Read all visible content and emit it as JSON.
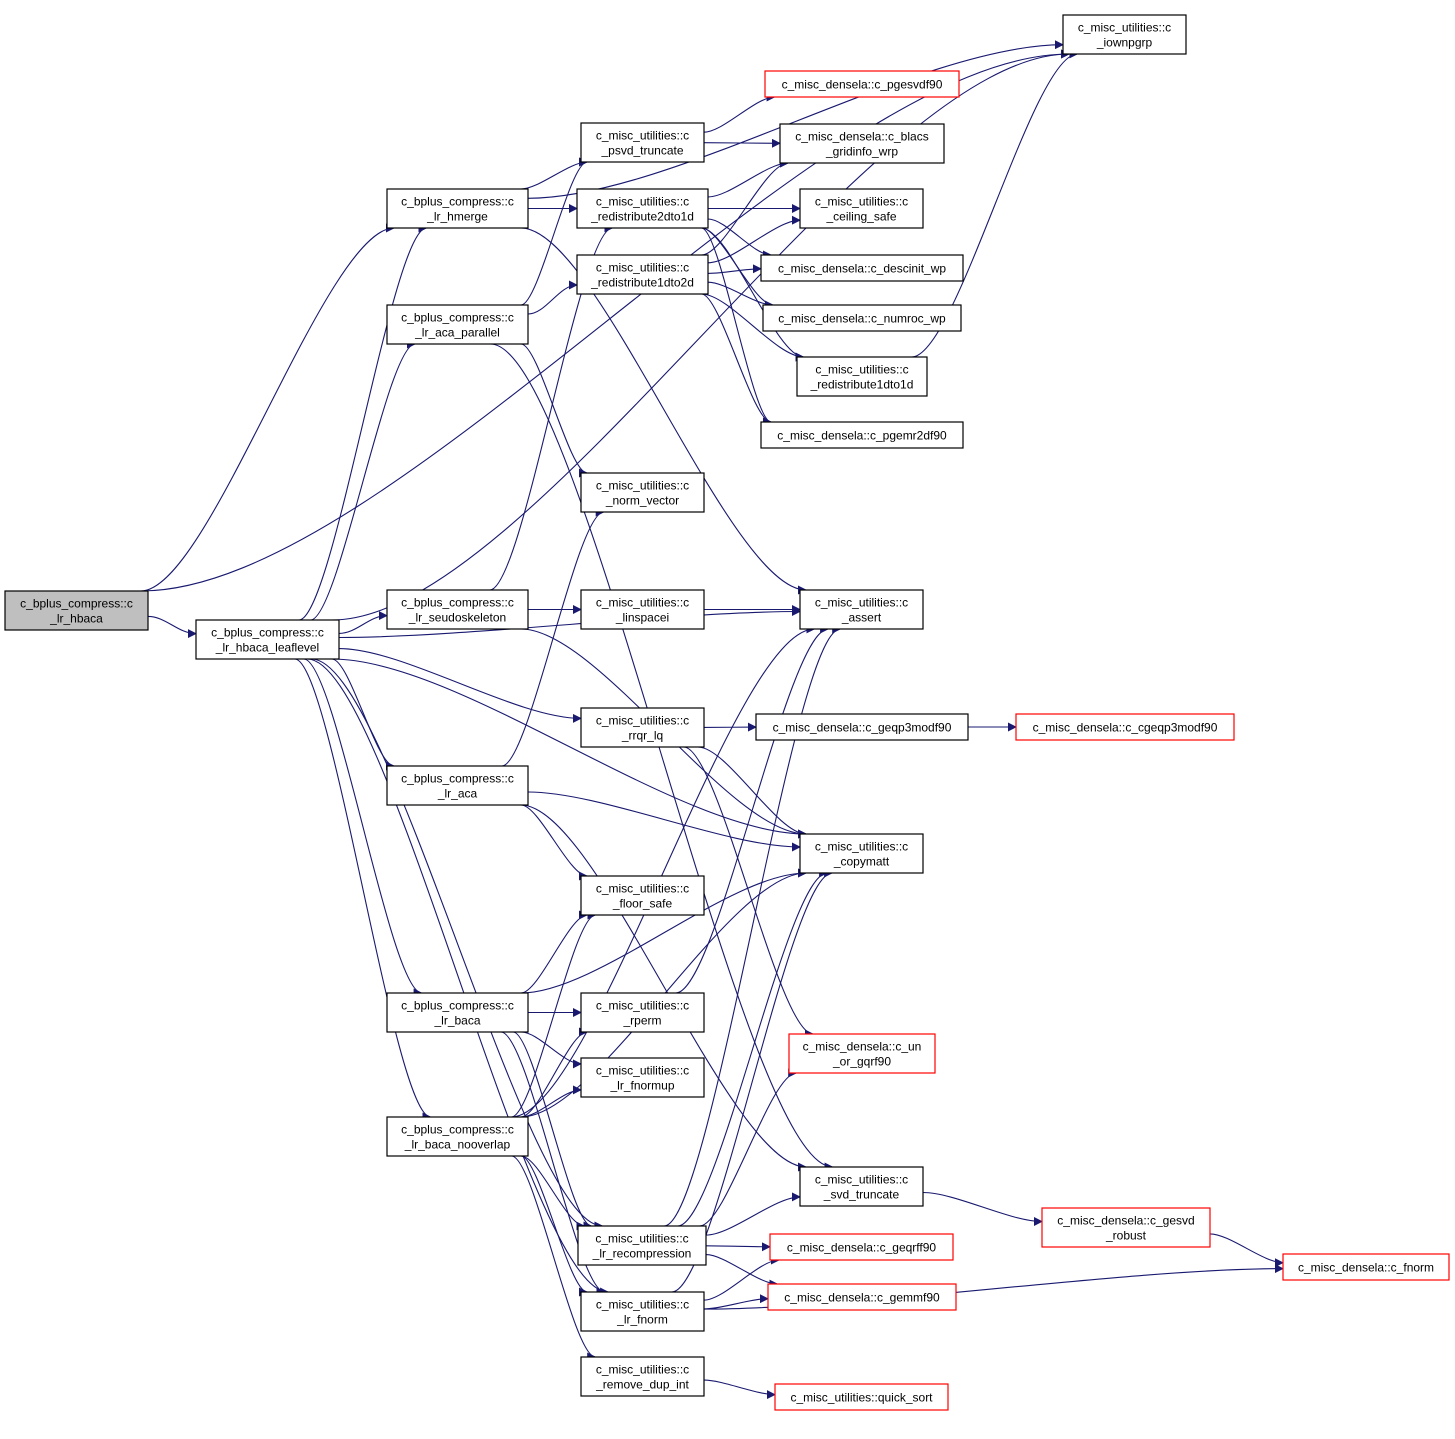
{
  "colors": {
    "edge": "#191970",
    "border_normal": "#000000",
    "border_truncated": "#ff0000",
    "fill_normal": "#ffffff",
    "fill_root": "#bfbfbf"
  },
  "nodes": [
    {
      "id": "lr_hbaca",
      "lines": [
        "c_bplus_compress::c",
        "_lr_hbaca"
      ],
      "style": "root"
    },
    {
      "id": "lr_hbaca_leaflevel",
      "lines": [
        "c_bplus_compress::c",
        "_lr_hbaca_leaflevel"
      ],
      "style": "normal"
    },
    {
      "id": "lr_hmerge",
      "lines": [
        "c_bplus_compress::c",
        "_lr_hmerge"
      ],
      "style": "normal"
    },
    {
      "id": "lr_aca_parallel",
      "lines": [
        "c_bplus_compress::c",
        "_lr_aca_parallel"
      ],
      "style": "normal"
    },
    {
      "id": "lr_seudoskeleton",
      "lines": [
        "c_bplus_compress::c",
        "_lr_seudoskeleton"
      ],
      "style": "normal"
    },
    {
      "id": "lr_aca",
      "lines": [
        "c_bplus_compress::c",
        "_lr_aca"
      ],
      "style": "normal"
    },
    {
      "id": "lr_baca",
      "lines": [
        "c_bplus_compress::c",
        "_lr_baca"
      ],
      "style": "normal"
    },
    {
      "id": "lr_baca_nooverlap",
      "lines": [
        "c_bplus_compress::c",
        "_lr_baca_nooverlap"
      ],
      "style": "normal"
    },
    {
      "id": "psvd_truncate",
      "lines": [
        "c_misc_utilities::c",
        "_psvd_truncate"
      ],
      "style": "normal"
    },
    {
      "id": "redistribute2dto1d",
      "lines": [
        "c_misc_utilities::c",
        "_redistribute2dto1d"
      ],
      "style": "normal"
    },
    {
      "id": "redistribute1dto2d",
      "lines": [
        "c_misc_utilities::c",
        "_redistribute1dto2d"
      ],
      "style": "normal"
    },
    {
      "id": "norm_vector",
      "lines": [
        "c_misc_utilities::c",
        "_norm_vector"
      ],
      "style": "normal"
    },
    {
      "id": "linspacei",
      "lines": [
        "c_misc_utilities::c",
        "_linspacei"
      ],
      "style": "normal"
    },
    {
      "id": "rrqr_lq",
      "lines": [
        "c_misc_utilities::c",
        "_rrqr_lq"
      ],
      "style": "normal"
    },
    {
      "id": "floor_safe",
      "lines": [
        "c_misc_utilities::c",
        "_floor_safe"
      ],
      "style": "normal"
    },
    {
      "id": "rperm",
      "lines": [
        "c_misc_utilities::c",
        "_rperm"
      ],
      "style": "normal"
    },
    {
      "id": "lr_fnormup",
      "lines": [
        "c_misc_utilities::c",
        "_lr_fnormup"
      ],
      "style": "normal"
    },
    {
      "id": "lr_recompression",
      "lines": [
        "c_misc_utilities::c",
        "_lr_recompression"
      ],
      "style": "normal"
    },
    {
      "id": "lr_fnorm",
      "lines": [
        "c_misc_utilities::c",
        "_lr_fnorm"
      ],
      "style": "normal"
    },
    {
      "id": "remove_dup_int",
      "lines": [
        "c_misc_utilities::c",
        "_remove_dup_int"
      ],
      "style": "normal"
    },
    {
      "id": "iownpgrp",
      "lines": [
        "c_misc_utilities::c",
        "_iownpgrp"
      ],
      "style": "normal"
    },
    {
      "id": "pgesvdf90",
      "lines": [
        "c_misc_densela::c_pgesvdf90"
      ],
      "style": "truncated"
    },
    {
      "id": "blacs_gridinfo",
      "lines": [
        "c_misc_densela::c_blacs",
        "_gridinfo_wrp"
      ],
      "style": "normal"
    },
    {
      "id": "ceiling_safe",
      "lines": [
        "c_misc_utilities::c",
        "_ceiling_safe"
      ],
      "style": "normal"
    },
    {
      "id": "descinit_wp",
      "lines": [
        "c_misc_densela::c_descinit_wp"
      ],
      "style": "normal"
    },
    {
      "id": "numroc_wp",
      "lines": [
        "c_misc_densela::c_numroc_wp"
      ],
      "style": "normal"
    },
    {
      "id": "redistribute1dto1d",
      "lines": [
        "c_misc_utilities::c",
        "_redistribute1dto1d"
      ],
      "style": "normal"
    },
    {
      "id": "pgemr2df90",
      "lines": [
        "c_misc_densela::c_pgemr2df90"
      ],
      "style": "normal"
    },
    {
      "id": "assert",
      "lines": [
        "c_misc_utilities::c",
        "_assert"
      ],
      "style": "normal"
    },
    {
      "id": "geqp3modf90",
      "lines": [
        "c_misc_densela::c_geqp3modf90"
      ],
      "style": "normal"
    },
    {
      "id": "cgeqp3modf90",
      "lines": [
        "c_misc_densela::c_cgeqp3modf90"
      ],
      "style": "truncated"
    },
    {
      "id": "copymatt",
      "lines": [
        "c_misc_utilities::c",
        "_copymatt"
      ],
      "style": "normal"
    },
    {
      "id": "un_or_gqrf90",
      "lines": [
        "c_misc_densela::c_un",
        "_or_gqrf90"
      ],
      "style": "truncated"
    },
    {
      "id": "svd_truncate",
      "lines": [
        "c_misc_utilities::c",
        "_svd_truncate"
      ],
      "style": "normal"
    },
    {
      "id": "gesvd_robust",
      "lines": [
        "c_misc_densela::c_gesvd",
        "_robust"
      ],
      "style": "truncated"
    },
    {
      "id": "geqrff90",
      "lines": [
        "c_misc_densela::c_geqrff90"
      ],
      "style": "truncated"
    },
    {
      "id": "gemmf90",
      "lines": [
        "c_misc_densela::c_gemmf90"
      ],
      "style": "truncated"
    },
    {
      "id": "fnorm",
      "lines": [
        "c_misc_densela::c_fnorm"
      ],
      "style": "truncated"
    },
    {
      "id": "quick_sort",
      "lines": [
        "c_misc_utilities::quick_sort"
      ],
      "style": "truncated"
    }
  ],
  "edges": [
    [
      "lr_hbaca",
      "lr_hbaca_leaflevel"
    ],
    [
      "lr_hbaca",
      "lr_hmerge"
    ],
    [
      "lr_hbaca",
      "iownpgrp"
    ],
    [
      "lr_hbaca_leaflevel",
      "lr_hmerge"
    ],
    [
      "lr_hbaca_leaflevel",
      "lr_aca_parallel"
    ],
    [
      "lr_hbaca_leaflevel",
      "lr_seudoskeleton"
    ],
    [
      "lr_hbaca_leaflevel",
      "lr_aca"
    ],
    [
      "lr_hbaca_leaflevel",
      "lr_baca"
    ],
    [
      "lr_hbaca_leaflevel",
      "lr_baca_nooverlap"
    ],
    [
      "lr_hbaca_leaflevel",
      "rrqr_lq"
    ],
    [
      "lr_hbaca_leaflevel",
      "assert"
    ],
    [
      "lr_hbaca_leaflevel",
      "lr_recompression"
    ],
    [
      "lr_hbaca_leaflevel",
      "lr_fnorm"
    ],
    [
      "lr_hbaca_leaflevel",
      "iownpgrp"
    ],
    [
      "lr_hbaca_leaflevel",
      "copymatt"
    ],
    [
      "lr_hmerge",
      "psvd_truncate"
    ],
    [
      "lr_hmerge",
      "redistribute2dto1d"
    ],
    [
      "lr_hmerge",
      "iownpgrp"
    ],
    [
      "lr_hmerge",
      "assert"
    ],
    [
      "lr_aca_parallel",
      "psvd_truncate"
    ],
    [
      "lr_aca_parallel",
      "redistribute1dto2d"
    ],
    [
      "lr_aca_parallel",
      "norm_vector"
    ],
    [
      "lr_aca_parallel",
      "svd_truncate"
    ],
    [
      "lr_seudoskeleton",
      "redistribute2dto1d"
    ],
    [
      "lr_seudoskeleton",
      "linspacei"
    ],
    [
      "lr_seudoskeleton",
      "assert"
    ],
    [
      "lr_seudoskeleton",
      "copymatt"
    ],
    [
      "lr_aca",
      "norm_vector"
    ],
    [
      "lr_aca",
      "floor_safe"
    ],
    [
      "lr_aca",
      "copymatt"
    ],
    [
      "lr_aca",
      "svd_truncate"
    ],
    [
      "lr_baca",
      "floor_safe"
    ],
    [
      "lr_baca",
      "rperm"
    ],
    [
      "lr_baca",
      "lr_fnormup"
    ],
    [
      "lr_baca",
      "copymatt"
    ],
    [
      "lr_baca",
      "lr_recompression"
    ],
    [
      "lr_baca",
      "lr_fnorm"
    ],
    [
      "lr_baca_nooverlap",
      "floor_safe"
    ],
    [
      "lr_baca_nooverlap",
      "rperm"
    ],
    [
      "lr_baca_nooverlap",
      "lr_fnormup"
    ],
    [
      "lr_baca_nooverlap",
      "lr_recompression"
    ],
    [
      "lr_baca_nooverlap",
      "lr_fnorm"
    ],
    [
      "lr_baca_nooverlap",
      "remove_dup_int"
    ],
    [
      "lr_baca_nooverlap",
      "assert"
    ],
    [
      "lr_baca_nooverlap",
      "copymatt"
    ],
    [
      "psvd_truncate",
      "pgesvdf90"
    ],
    [
      "psvd_truncate",
      "blacs_gridinfo"
    ],
    [
      "redistribute2dto1d",
      "blacs_gridinfo"
    ],
    [
      "redistribute2dto1d",
      "ceiling_safe"
    ],
    [
      "redistribute2dto1d",
      "descinit_wp"
    ],
    [
      "redistribute2dto1d",
      "numroc_wp"
    ],
    [
      "redistribute2dto1d",
      "redistribute1dto1d"
    ],
    [
      "redistribute2dto1d",
      "pgemr2df90"
    ],
    [
      "redistribute1dto2d",
      "blacs_gridinfo"
    ],
    [
      "redistribute1dto2d",
      "ceiling_safe"
    ],
    [
      "redistribute1dto2d",
      "descinit_wp"
    ],
    [
      "redistribute1dto2d",
      "numroc_wp"
    ],
    [
      "redistribute1dto2d",
      "redistribute1dto1d"
    ],
    [
      "redistribute1dto2d",
      "pgemr2df90"
    ],
    [
      "redistribute1dto1d",
      "iownpgrp"
    ],
    [
      "rrqr_lq",
      "geqp3modf90"
    ],
    [
      "rrqr_lq",
      "copymatt"
    ],
    [
      "rrqr_lq",
      "un_or_gqrf90"
    ],
    [
      "geqp3modf90",
      "cgeqp3modf90"
    ],
    [
      "rperm",
      "assert"
    ],
    [
      "lr_recompression",
      "geqrff90"
    ],
    [
      "lr_recompression",
      "gemmf90"
    ],
    [
      "lr_recompression",
      "svd_truncate"
    ],
    [
      "lr_recompression",
      "un_or_gqrf90"
    ],
    [
      "lr_recompression",
      "copymatt"
    ],
    [
      "lr_recompression",
      "assert"
    ],
    [
      "lr_fnorm",
      "gemmf90"
    ],
    [
      "lr_fnorm",
      "fnorm"
    ],
    [
      "lr_fnorm",
      "geqrff90"
    ],
    [
      "lr_fnorm",
      "copymatt"
    ],
    [
      "svd_truncate",
      "gesvd_robust"
    ],
    [
      "gesvd_robust",
      "fnorm"
    ],
    [
      "remove_dup_int",
      "quick_sort"
    ]
  ]
}
